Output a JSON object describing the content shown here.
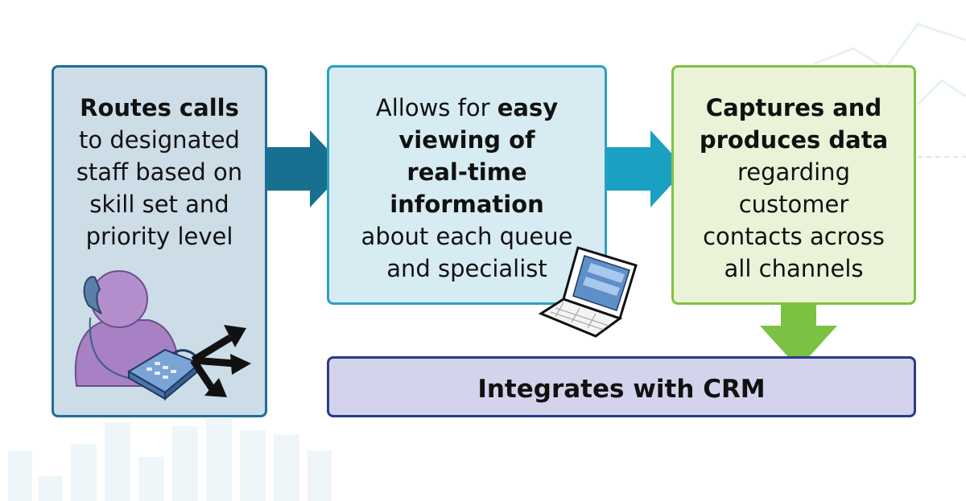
{
  "boxes": {
    "routes": {
      "line1": "Routes calls",
      "line2": "to designated",
      "line3": "staff based on",
      "line4": "skill set and",
      "line5": "priority level"
    },
    "viewing": {
      "line1_normal": "Allows for ",
      "line1_bold": "easy",
      "line2": "viewing of",
      "line3": "real-time",
      "line4": "information",
      "line5": "about each queue",
      "line6": "and specialist"
    },
    "captures": {
      "line1": "Captures and",
      "line2": "produces data",
      "line3": "regarding",
      "line4": "customer",
      "line5": "contacts across",
      "line6": "all channels"
    },
    "crm": {
      "label": "Integrates with CRM"
    }
  },
  "colors": {
    "arrow_dark": "#17708f",
    "arrow_light": "#1aa0c2",
    "arrow_green": "#7cc242",
    "person": "#a880c4"
  },
  "icons": [
    "person-on-phone-icon",
    "telephone-icon",
    "split-arrows-icon",
    "laptop-icon"
  ]
}
